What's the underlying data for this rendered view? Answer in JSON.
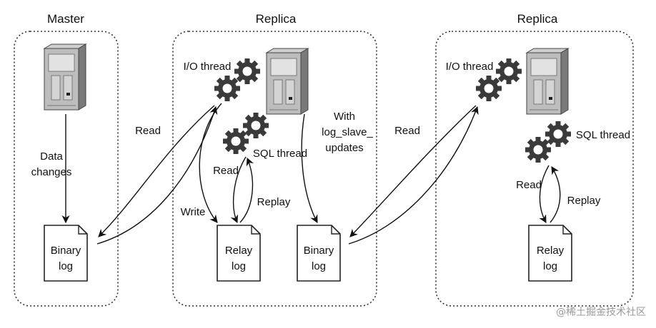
{
  "master": {
    "title": "Master",
    "data_changes_line1": "Data",
    "data_changes_line2": "changes",
    "binlog_line1": "Binary",
    "binlog_line2": "log"
  },
  "replica1": {
    "title": "Replica",
    "io_thread": "I/O thread",
    "sql_thread": "SQL thread",
    "read": "Read",
    "replay": "Replay",
    "write": "Write",
    "with_line1": "With",
    "with_line2": "log_slave_",
    "with_line3": "updates",
    "relay_line1": "Relay",
    "relay_line2": "log",
    "binlog_line1": "Binary",
    "binlog_line2": "log"
  },
  "replica2": {
    "title": "Replica",
    "io_thread": "I/O thread",
    "sql_thread": "SQL thread",
    "read": "Read",
    "replay": "Replay",
    "relay_line1": "Relay",
    "relay_line2": "log"
  },
  "connector_labels": {
    "read_master_to_replica": "Read",
    "read_replica_to_replica": "Read"
  },
  "watermark": "@稀土掘金技术社区"
}
